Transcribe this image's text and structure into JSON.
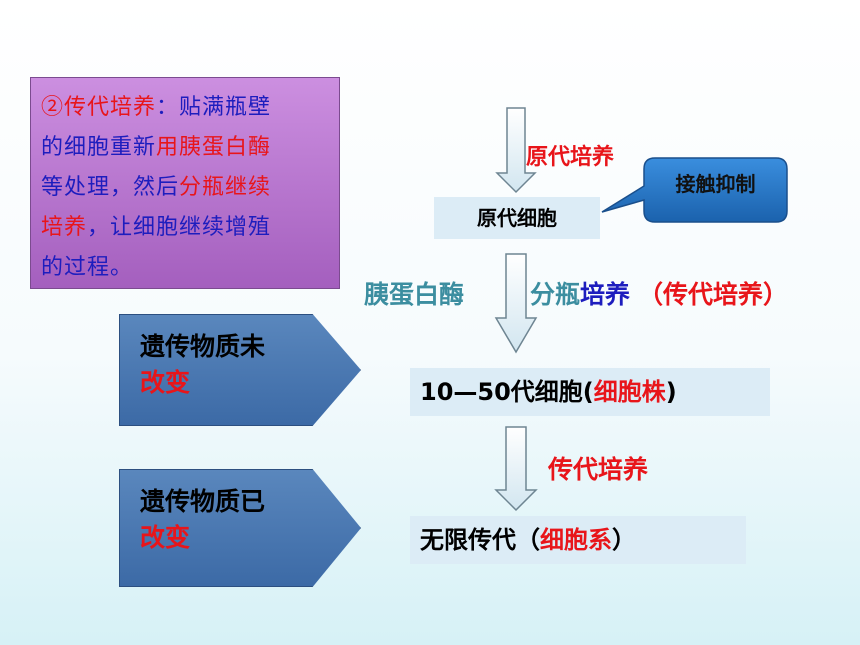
{
  "info": {
    "l1_a": "②传代培养",
    "l1_b": "：贴满瓶壁",
    "l2_a": "的细胞重新",
    "l2_b": "用胰蛋白酶",
    "l3_a": "等处理，然后",
    "l3_b": "分瓶继续",
    "l4_a": "培养",
    "l4_b": "，让细胞继续增殖",
    "l5": "的过程。"
  },
  "flow": {
    "step1_label": "原代培养",
    "primary_cells": "原代细胞",
    "contact_inhibition": "接触抑制",
    "trypsin": "胰蛋白酶",
    "split": "分瓶",
    "culture": "培养",
    "passage_paren": "（传代培养）",
    "strain_prefix": "10—50代细胞(",
    "strain_name": "细胞株",
    "strain_suffix": ")",
    "step3_label": "传代培养",
    "line_prefix": "无限传代（",
    "line_name": "细胞系",
    "line_suffix": "）"
  },
  "pentagons": {
    "p1_line1": "遗传物质未",
    "p1_line2": "改变",
    "p2_line1": "遗传物质已",
    "p2_line2": "改变"
  },
  "colors": {
    "red": "#e8151a",
    "blue": "#1d1dbe",
    "teal": "#3c8ea0",
    "box_fill": "#dcecf6",
    "pentagon_fill": "#4a78b2",
    "callout_fill": "#2a78c4"
  }
}
